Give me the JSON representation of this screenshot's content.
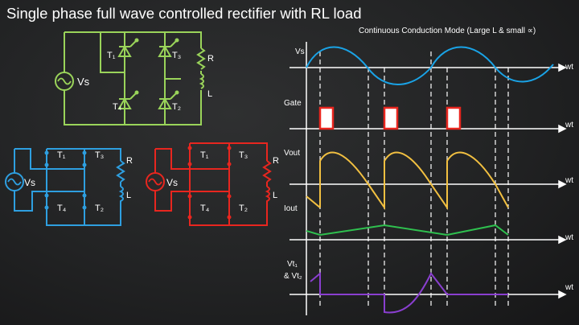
{
  "title": "Single phase full wave controlled rectifier with RL load",
  "mode_label": "Continuous Conduction Mode (Large L & small ∝)",
  "circuit_labels": {
    "source": "Vs",
    "t1": "T₁",
    "t2": "T₂",
    "t3": "T₃",
    "t4": "T₄",
    "resistor": "R",
    "inductor": "L"
  },
  "waveforms": {
    "axis_label": "wt",
    "vs_label": "Vs",
    "gate_label": "Gate",
    "vout_label": "Vout",
    "iout_label": "Iout",
    "vt_label_line1": "Vt₁",
    "vt_label_line2": "& Vt₂"
  },
  "colors": {
    "green_circuit": "#9ad45a",
    "blue_circuit": "#2e9fe0",
    "red_circuit": "#e8261f",
    "vs_wave": "#1aa3e6",
    "vout_wave": "#f2c041",
    "iout_wave": "#2fc04f",
    "vt_wave": "#8a3fd0",
    "gate_pulse": "#e8261f"
  }
}
